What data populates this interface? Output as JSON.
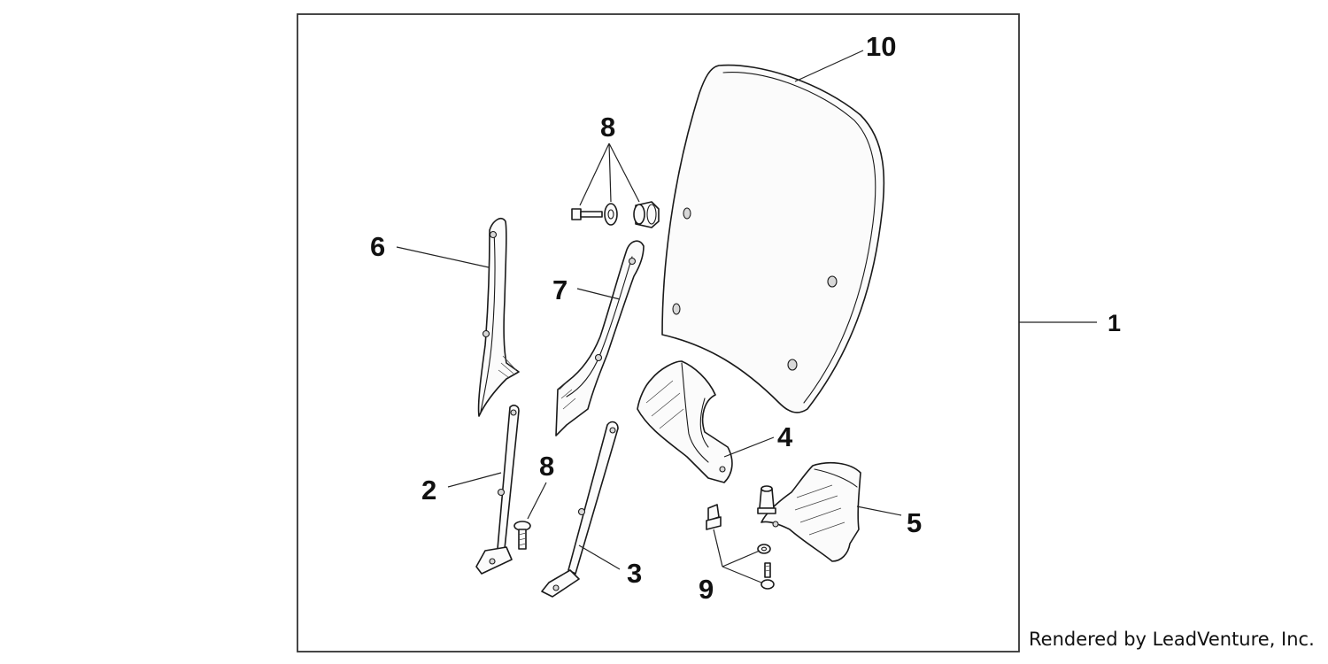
{
  "diagram": {
    "callouts": {
      "c1": "1",
      "c2": "2",
      "c3": "3",
      "c4": "4",
      "c5": "5",
      "c6": "6",
      "c7": "7",
      "c8_top": "8",
      "c8_bottom": "8",
      "c9": "9",
      "c10": "10"
    }
  },
  "footer": {
    "credit": "Rendered by LeadVenture, Inc."
  }
}
